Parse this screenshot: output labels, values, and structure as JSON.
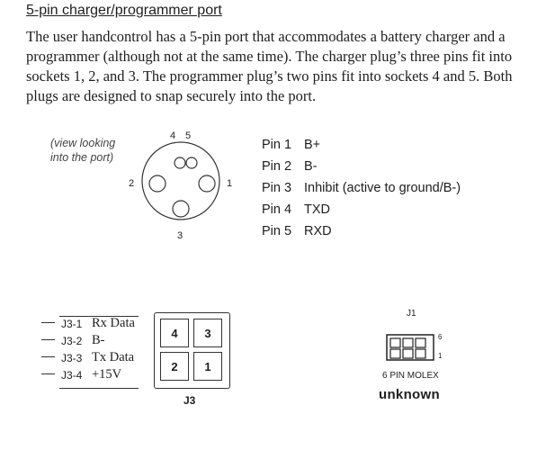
{
  "section": {
    "heading": "5-pin charger/programmer port",
    "paragraph": "The user handcontrol has a 5-pin port that accommodates a battery charger and a programmer (although not at the same time). The charger plug’s three pins fit into sockets 1, 2, and 3. The programmer plug’s two pins fit into sockets 4 and 5. Both plugs are designed to snap securely into the port."
  },
  "port_diagram": {
    "view_note_line1": "(view looking",
    "view_note_line2": "into the port)",
    "labels": {
      "p1": "1",
      "p2": "2",
      "p3": "3",
      "p4": "4",
      "p5": "5"
    }
  },
  "pins": [
    {
      "pin": "Pin 1",
      "desc": "B+"
    },
    {
      "pin": "Pin 2",
      "desc": "B-"
    },
    {
      "pin": "Pin 3",
      "desc": "Inhibit (active to ground/B-)"
    },
    {
      "pin": "Pin 4",
      "desc": "TXD"
    },
    {
      "pin": "Pin 5",
      "desc": "RXD"
    }
  ],
  "j3": {
    "rows": [
      {
        "id": "J3-1",
        "desc": "Rx Data"
      },
      {
        "id": "J3-2",
        "desc": "B-"
      },
      {
        "id": "J3-3",
        "desc": "Tx Data"
      },
      {
        "id": "J3-4",
        "desc": "+15V"
      }
    ],
    "cells": {
      "c4": "4",
      "c3": "3",
      "c2": "2",
      "c1": "1"
    },
    "label": "J3"
  },
  "j1": {
    "label": "J1",
    "pin_top": "6",
    "pin_bottom": "1",
    "molex_label": "6 PIN MOLEX",
    "caption": "unknown"
  }
}
